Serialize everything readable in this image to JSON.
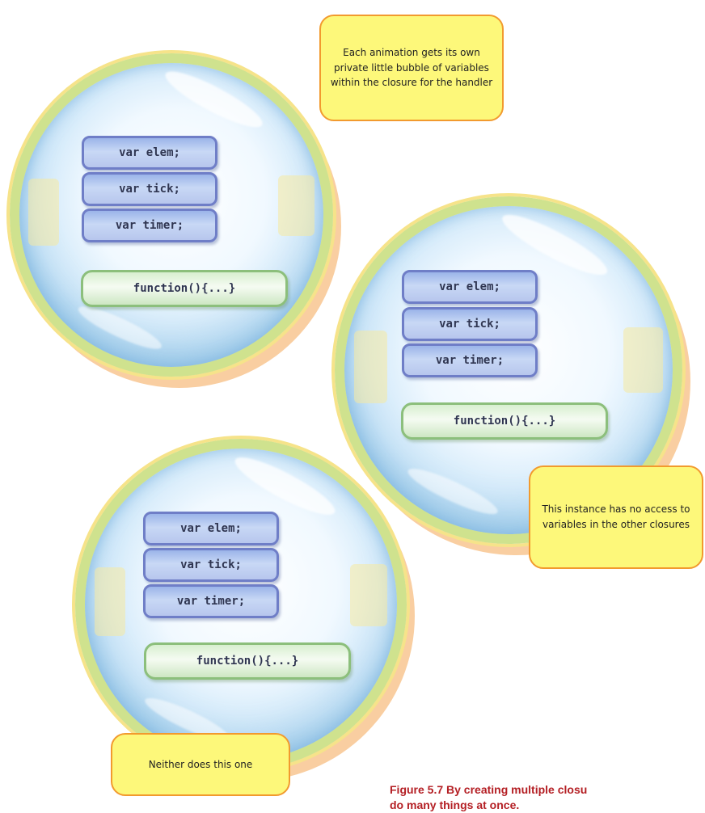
{
  "closures": [
    {
      "variables": [
        "var elem;",
        "var tick;",
        "var timer;"
      ],
      "function": "function(){...}"
    },
    {
      "variables": [
        "var elem;",
        "var tick;",
        "var timer;"
      ],
      "function": "function(){...}"
    },
    {
      "variables": [
        "var elem;",
        "var tick;",
        "var timer;"
      ],
      "function": "function(){...}"
    }
  ],
  "callouts": {
    "top": "Each animation gets its own private little bubble of variables within the closure for the handler",
    "right": "This instance has no access to variables in the other closures",
    "bottom": "Neither does this one"
  },
  "caption": {
    "text": "Figure 5.7 By creating multiple closu",
    "text_line2": "do many things at once."
  },
  "colors": {
    "callout_fill": "#fdf87a",
    "callout_border": "#f29a2e",
    "var_border": "#6f7ec7",
    "fn_border": "#8cbf7c",
    "caption": "#b41f24"
  }
}
